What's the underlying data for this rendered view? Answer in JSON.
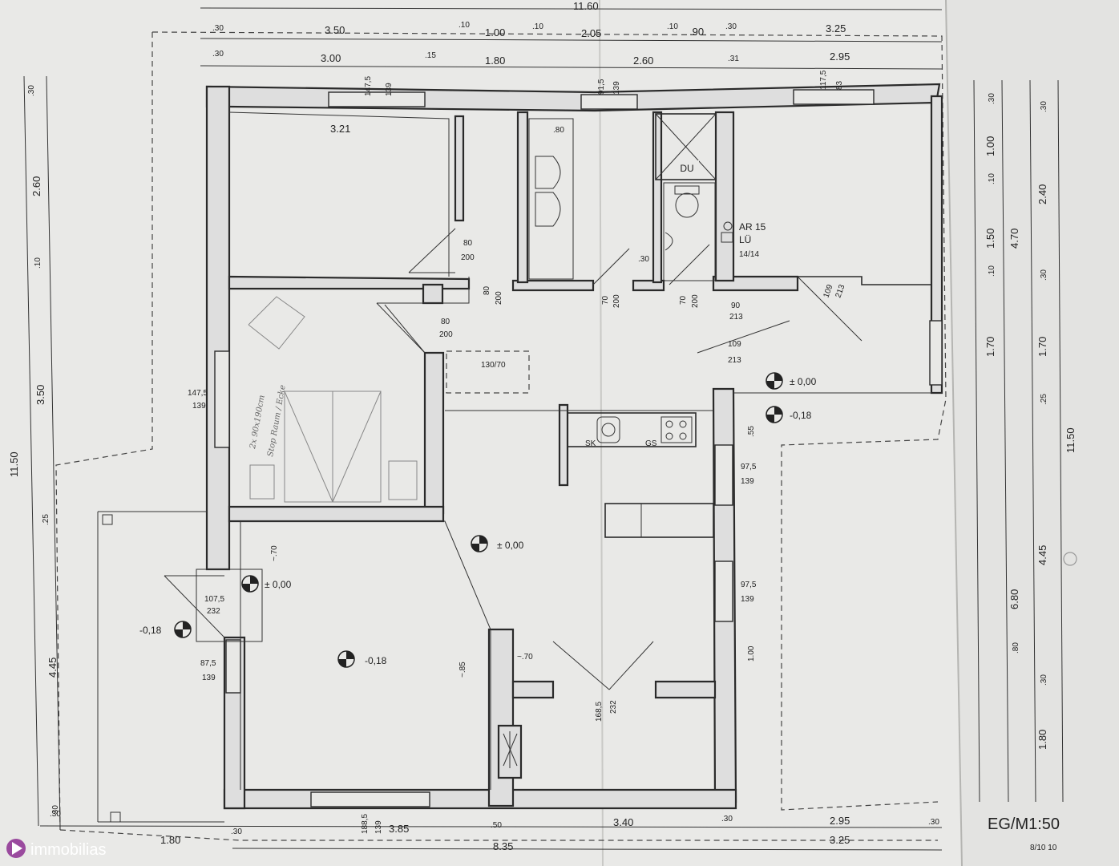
{
  "plan": {
    "title": "EG/M1:50",
    "watermark": "immobilias",
    "scribble": "8/10 10"
  },
  "dims_top": {
    "overall": "11.60",
    "outer": [
      "3.50",
      "1.00",
      "2.05",
      ".90",
      "3.25"
    ],
    "outer_small": [
      ".30",
      ".10",
      ".10",
      ".10",
      ".30"
    ],
    "inner": [
      "3.00",
      "1.80",
      "2.60",
      "2.95"
    ],
    "inner_small": [
      ".30",
      ".15",
      ".31"
    ]
  },
  "dims_left": {
    "overall": "11.50",
    "parts": [
      "2.60",
      "3.50",
      "4.45"
    ],
    "small": [
      ".30",
      ".10",
      ".25",
      ".30"
    ]
  },
  "dims_right": {
    "overall": "11.50",
    "outer": [
      "2.40",
      "4.70",
      "1.70",
      "4.45",
      "6.80",
      "1.80"
    ],
    "inner": [
      "1.00",
      "1.50",
      "1.70"
    ],
    "small": [
      ".30",
      ".30",
      ".10",
      ".10",
      ".30",
      ".25",
      ".80",
      ".30"
    ]
  },
  "dims_bottom": {
    "parts": [
      "1.80",
      "3.85",
      "3.40",
      "2.95"
    ],
    "sum": [
      "8.35",
      "3.25"
    ],
    "small": [
      ".30",
      ".30",
      ".50",
      ".30",
      ".30"
    ]
  },
  "rooms": {
    "room_width": "3.21",
    "bed_note_1": "2x 90x190cm",
    "bed_note_2": "Stop Raum / Ecke",
    "shower": "DU",
    "wc_note": [
      "AR 15",
      "LÜ",
      "14/14"
    ],
    "kitchen": [
      "SK",
      "GS"
    ]
  },
  "openings": {
    "w1": [
      "147,5",
      "139"
    ],
    "w2": [
      "91,5",
      "139"
    ],
    "w3": [
      "117,5",
      "83"
    ],
    "w4": [
      "147,5",
      "139"
    ],
    "w5": [
      "87,5",
      "139"
    ],
    "w6": [
      "97,5",
      "139"
    ],
    "w7": [
      "97,5",
      "139"
    ],
    "w8": [
      "188,5",
      "139"
    ],
    "d1": [
      "80",
      "200"
    ],
    "d2": [
      "80",
      "200"
    ],
    "d3": [
      "80",
      "200"
    ],
    "d4": [
      "70",
      "200"
    ],
    "d5": [
      "70",
      "200"
    ],
    "d6": [
      "90",
      "213"
    ],
    "d7": [
      "109",
      "213"
    ],
    "d8": [
      "109",
      "213"
    ],
    "d9": [
      "107,5",
      "232"
    ],
    "d10": [
      "168,5",
      "232"
    ],
    "stair": "130/70",
    "cup": ".80",
    "sm1": ".30",
    "sm2": "~.70",
    "sm3": "~.70",
    "sm4": "~.85",
    "sm5": ".55",
    "sm6": "1.00"
  },
  "levels": {
    "l1": "± 0,00",
    "l2": "-0,18",
    "l3": "± 0,00",
    "l4": "± 0,00",
    "l5": "-0,18",
    "l6": "-0,18"
  }
}
